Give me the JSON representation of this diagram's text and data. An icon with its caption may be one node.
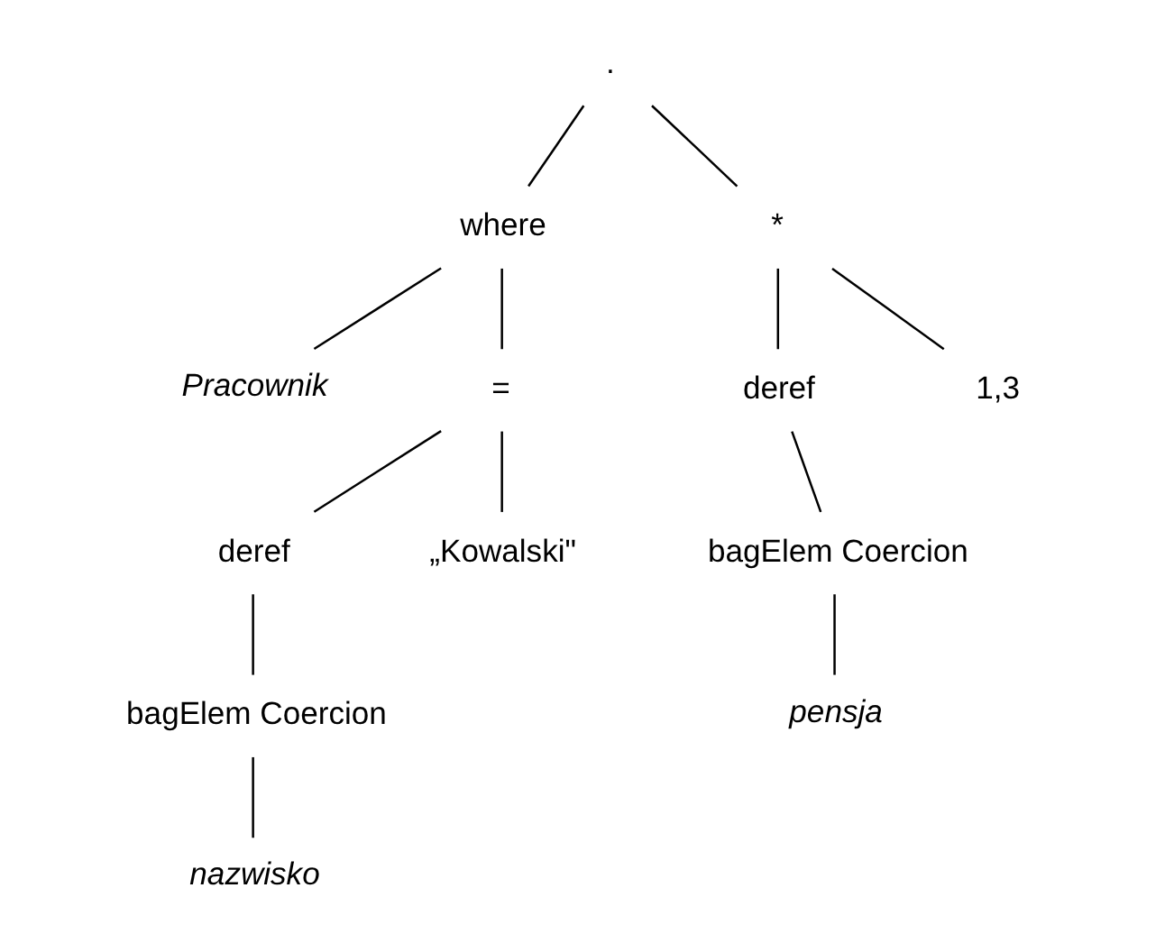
{
  "diagram": {
    "nodes": [
      {
        "text": [
          "."
        ]
      },
      {
        "text": [
          "where"
        ]
      },
      {
        "text": [
          "*"
        ]
      },
      {
        "text": [
          "Pracownik"
        ]
      },
      {
        "text": [
          "="
        ]
      },
      {
        "text": [
          "deref"
        ]
      },
      {
        "text": [
          "1,3"
        ]
      },
      {
        "text": [
          "deref"
        ]
      },
      {
        "text": [
          "„Kowalski\""
        ]
      },
      {
        "text": [
          "bagElem Coercion"
        ]
      },
      {
        "text": [
          "pensja"
        ]
      },
      {
        "text": [
          "bagElem Coercion"
        ]
      },
      {
        "text": [
          "nazwisko"
        ]
      }
    ],
    "edges": [
      {
        "from": 0,
        "to": 1,
        "arrow": "none"
      },
      {
        "from": 0,
        "to": 2,
        "arrow": "none"
      },
      {
        "from": 1,
        "to": 3,
        "arrow": "none"
      },
      {
        "from": 1,
        "to": 4,
        "arrow": "none"
      },
      {
        "from": 2,
        "to": 5,
        "arrow": "none"
      },
      {
        "from": 2,
        "to": 6,
        "arrow": "none"
      },
      {
        "from": 4,
        "to": 7,
        "arrow": "none"
      },
      {
        "from": 4,
        "to": 8,
        "arrow": "none"
      },
      {
        "from": 5,
        "to": 9,
        "arrow": "none"
      },
      {
        "from": 9,
        "to": 10,
        "arrow": "none"
      },
      {
        "from": 7,
        "to": 11,
        "arrow": "none"
      },
      {
        "from": 11,
        "to": 12,
        "arrow": "none"
      }
    ]
  }
}
